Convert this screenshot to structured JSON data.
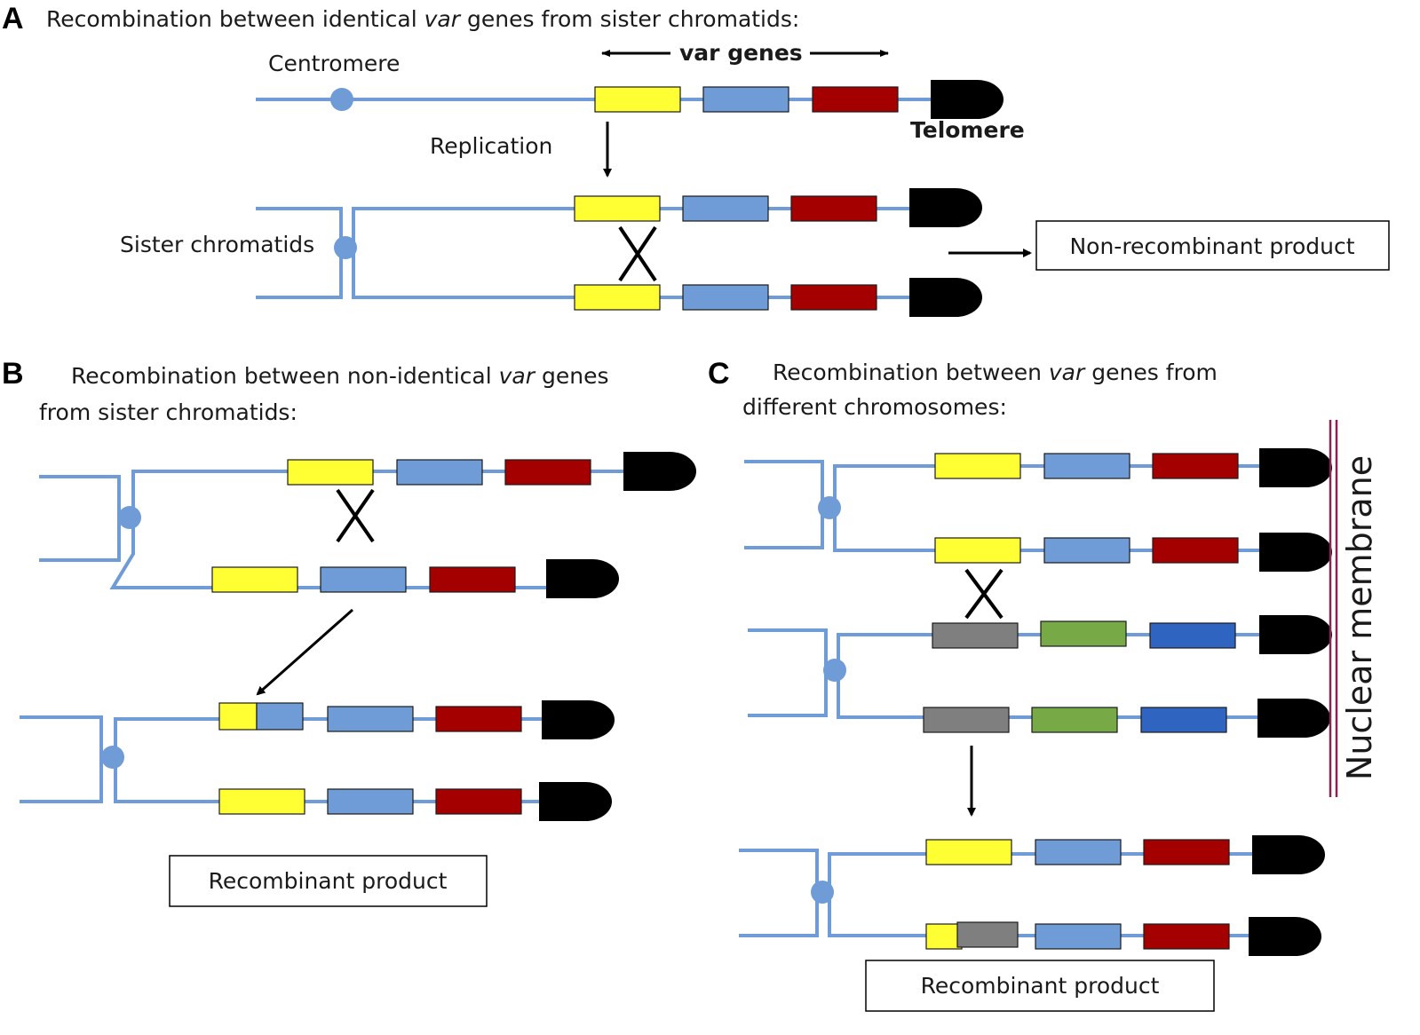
{
  "panels": {
    "a": {
      "letter": "A",
      "title_pre": "Recombination  between  identical ",
      "title_var": "var",
      "title_post": " genes  from  sister  chromatids:"
    },
    "b": {
      "letter": "B",
      "title_line1_pre": "Recombination  between  non-identical  ",
      "title_line1_var": "var",
      "title_line1_post": " genes",
      "title_line2": "from  sister  chromatids:"
    },
    "c": {
      "letter": "C",
      "title_line1_pre": "Recombination  between  ",
      "title_line1_var": "var",
      "title_line1_post": " genes  from",
      "title_line2": "different  chromosomes:"
    }
  },
  "labels": {
    "centromere": "Centromere",
    "var_genes": "var genes",
    "telomere": "Telomere",
    "replication": "Replication",
    "sister_chromatids": "Sister chromatids",
    "non_recombinant_product": "Non-recombinant  product",
    "recombinant_product_b": "Recombinant  product",
    "recombinant_product_c": "Recombinant  product",
    "nuclear_membrane": "Nuclear membrane"
  },
  "colors": {
    "chromosome": "#6f9bd6",
    "gene_yellow": "#ffff33",
    "gene_light_blue": "#6f9bd6",
    "gene_red": "#a50000",
    "gene_gray": "#7f7f7f",
    "gene_green": "#77aa47",
    "gene_dark_blue": "#2f64c0",
    "telomere": "#000000",
    "membrane": "#8b2252"
  }
}
